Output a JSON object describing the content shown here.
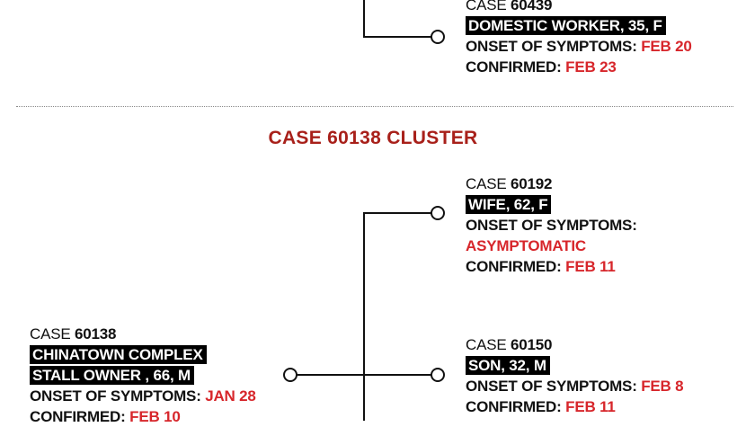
{
  "colors": {
    "text": "#111111",
    "accent_red": "#d7262b",
    "title_red": "#a8201a",
    "highlight_bg": "#000000",
    "highlight_text": "#ffffff",
    "divider": "#8a8a8a"
  },
  "top_case": {
    "case_prefix": "CASE",
    "case_number": "60439",
    "description": "DOMESTIC WORKER, 35, F",
    "onset_label": "ONSET OF SYMPTOMS:",
    "onset_value": "FEB 20",
    "confirmed_label": "CONFIRMED:",
    "confirmed_value": "FEB 23"
  },
  "cluster": {
    "title": "CASE 60138 CLUSTER",
    "index_case": {
      "case_prefix": "CASE",
      "case_number": "60138",
      "description_line1": "CHINATOWN COMPLEX",
      "description_line2": "STALL OWNER , 66, M",
      "onset_label": "ONSET OF SYMPTOMS:",
      "onset_value": "JAN 28",
      "confirmed_label": "CONFIRMED:",
      "confirmed_value": "FEB 10"
    },
    "contacts": [
      {
        "case_prefix": "CASE",
        "case_number": "60192",
        "description": "WIFE, 62, F",
        "onset_label": "ONSET OF SYMPTOMS:",
        "onset_value": "ASYMPTOMATIC",
        "confirmed_label": "CONFIRMED:",
        "confirmed_value": "FEB 11"
      },
      {
        "case_prefix": "CASE",
        "case_number": "60150",
        "description": "SON, 32, M",
        "onset_label": "ONSET OF SYMPTOMS:",
        "onset_value": "FEB 8",
        "confirmed_label": "CONFIRMED:",
        "confirmed_value": "FEB 11"
      }
    ]
  }
}
